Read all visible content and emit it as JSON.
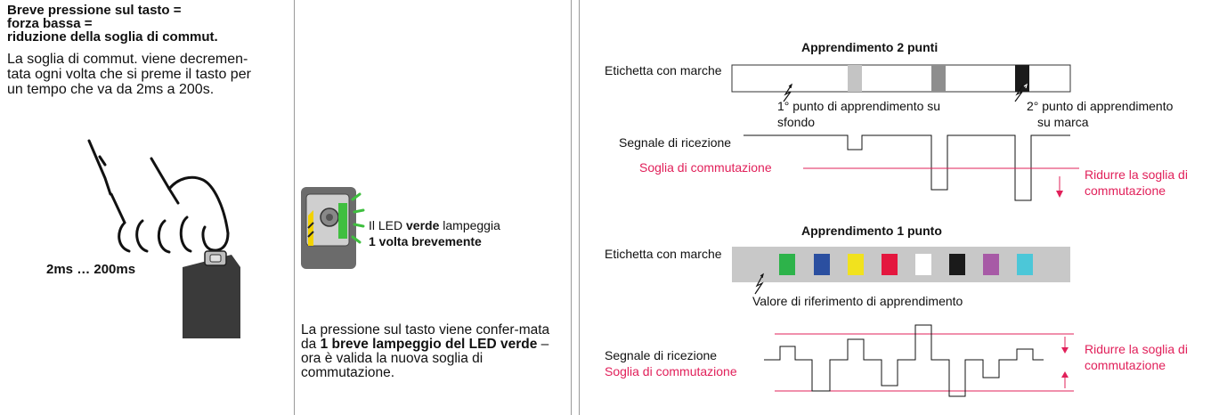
{
  "left_panel": {
    "heading_lines": [
      "Breve pressione sul tasto =",
      "forza bassa =",
      "riduzione della soglia di commut."
    ],
    "body_lines": [
      "La soglia di commut. viene decremen-",
      "tata ogni volta che si preme il tasto per",
      "un tempo che va da 2ms a 200s."
    ],
    "press_label": "2ms … 200ms"
  },
  "middle_panel": {
    "led_caption_1": "Il LED ",
    "led_caption_bold": "verde",
    "led_caption_2": " lampeggia",
    "led_caption_line2": "1 volta brevemente",
    "confirm_1": "La pressione sul tasto viene confer-",
    "confirm_2": "mata da ",
    "confirm_bold": "1 breve lampeggio del LED verde",
    "confirm_3": " – ora è valida la nuova soglia di commutazione."
  },
  "diagram_two_point": {
    "title": "Apprendimento 2 punti",
    "label_strip": "Etichetta con marche",
    "point1_line1": "1° punto di apprendimento su",
    "point1_line2": "sfondo",
    "point2_line1": "2° punto di apprendimento",
    "point2_line2": "su marca",
    "signal_label": "Segnale di ricezione",
    "threshold_label": "Soglia di commutazione",
    "reduce_line1": "Ridurre la soglia di",
    "reduce_line2": "commutazione"
  },
  "diagram_one_point": {
    "title": "Apprendimento 1 punto",
    "label_strip": "Etichetta con marche",
    "reference_label": "Valore di riferimento di apprendimento",
    "signal_label": "Segnale di ricezione",
    "threshold_label": "Soglia di commutazione",
    "reduce_line1": "Ridurre la soglia di",
    "reduce_line2": "commutazione",
    "color_marks": [
      "#2db34a",
      "#2b4fa0",
      "#f1e21e",
      "#e4173f",
      "#ffffff",
      "#1a1a1a",
      "#a75aa6",
      "#4cc7d8"
    ]
  },
  "colors": {
    "accent": "#e1205a",
    "led_green": "#3fbf3f"
  }
}
